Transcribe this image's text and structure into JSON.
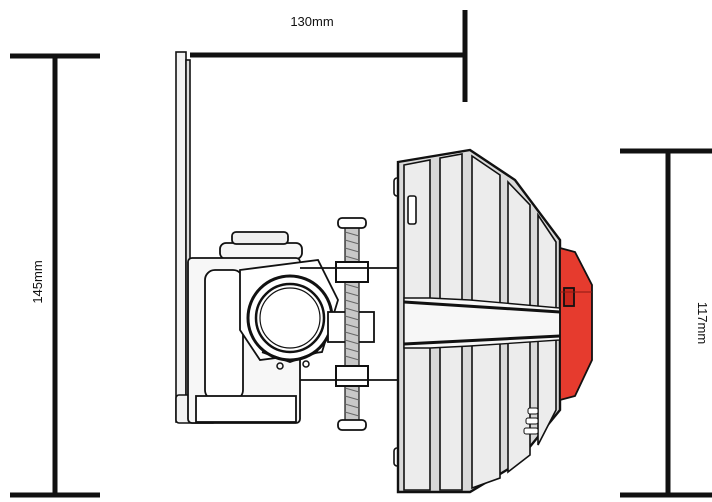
{
  "dimensions": {
    "width_label": "130mm",
    "height_label": "145mm",
    "front_height_label": "117mm"
  },
  "colors": {
    "line": "#111111",
    "body_fill": "#d9d9d9",
    "body_shade": "#bfbfbf",
    "accent": "#e63b2e",
    "bracket_fill": "#f2f2f2"
  }
}
